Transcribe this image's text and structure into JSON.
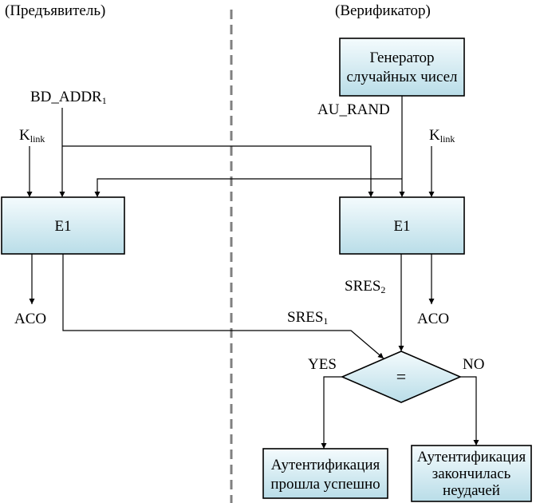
{
  "headers": {
    "prover": "(Предъявитель)",
    "verifier": "(Верификатор)"
  },
  "boxes": {
    "generator": [
      "Генератор",
      "случайных чисел"
    ],
    "e1_left": "E1",
    "e1_right": "E1",
    "success": [
      "Аутентификация",
      "прошла успешно"
    ],
    "failure": [
      "Аутентификация",
      "закончилась",
      "неудачей"
    ]
  },
  "signals": {
    "bd_addr": {
      "main": "BD_ADDR",
      "sub": "1"
    },
    "k_link_left": {
      "main": "K",
      "sub": "link"
    },
    "k_link_right": {
      "main": "K",
      "sub": "link"
    },
    "au_rand": "AU_RAND",
    "sres1": {
      "main": "SRES",
      "sub": "1"
    },
    "sres2": {
      "main": "SRES",
      "sub": "2"
    },
    "aco_left": "ACO",
    "aco_right": "ACO"
  },
  "decision": {
    "symbol": "=",
    "yes": "YES",
    "no": "NO"
  },
  "colors": {
    "box_fill_light": "#f4fbfd",
    "box_fill_dark": "#b9dde8",
    "divider": "#808080"
  }
}
